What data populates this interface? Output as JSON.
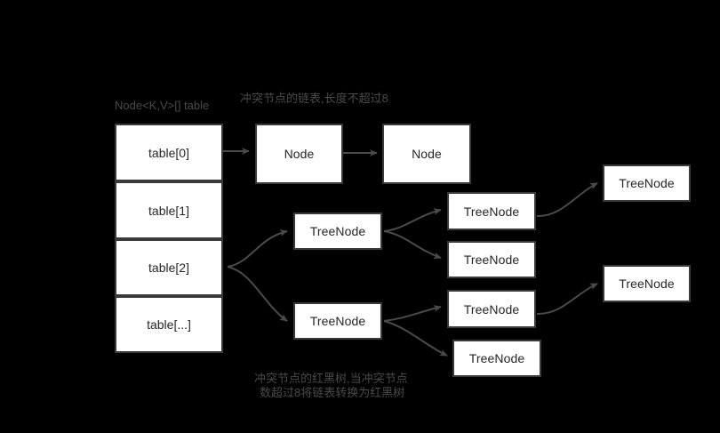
{
  "diagram": {
    "title_label": "Node<K,V>[] table",
    "caption_list": "冲突节点的链表,长度不超过8",
    "caption_tree_line1": "冲突节点的红黑树,当冲突节点",
    "caption_tree_line2": "数超过8将链表转换为红黑树",
    "colors": {
      "background": "#000000",
      "box_fill": "#ffffff",
      "box_border": "#3a3a3a",
      "box_text": "#262626",
      "caption_text": "#4a4a4a",
      "edge": "#4a4a4a"
    },
    "table_cells": [
      {
        "label": "table[0]"
      },
      {
        "label": "table[1]"
      },
      {
        "label": "table[2]"
      },
      {
        "label": "table[...]"
      }
    ],
    "list_nodes": [
      {
        "label": "Node"
      },
      {
        "label": "Node"
      }
    ],
    "tree_parents": [
      {
        "label": "TreeNode"
      },
      {
        "label": "TreeNode"
      }
    ],
    "tree_middle": [
      {
        "label": "TreeNode"
      },
      {
        "label": "TreeNode"
      },
      {
        "label": "TreeNode"
      },
      {
        "label": "TreeNode"
      }
    ],
    "tree_right": [
      {
        "label": "TreeNode"
      },
      {
        "label": "TreeNode"
      }
    ]
  }
}
